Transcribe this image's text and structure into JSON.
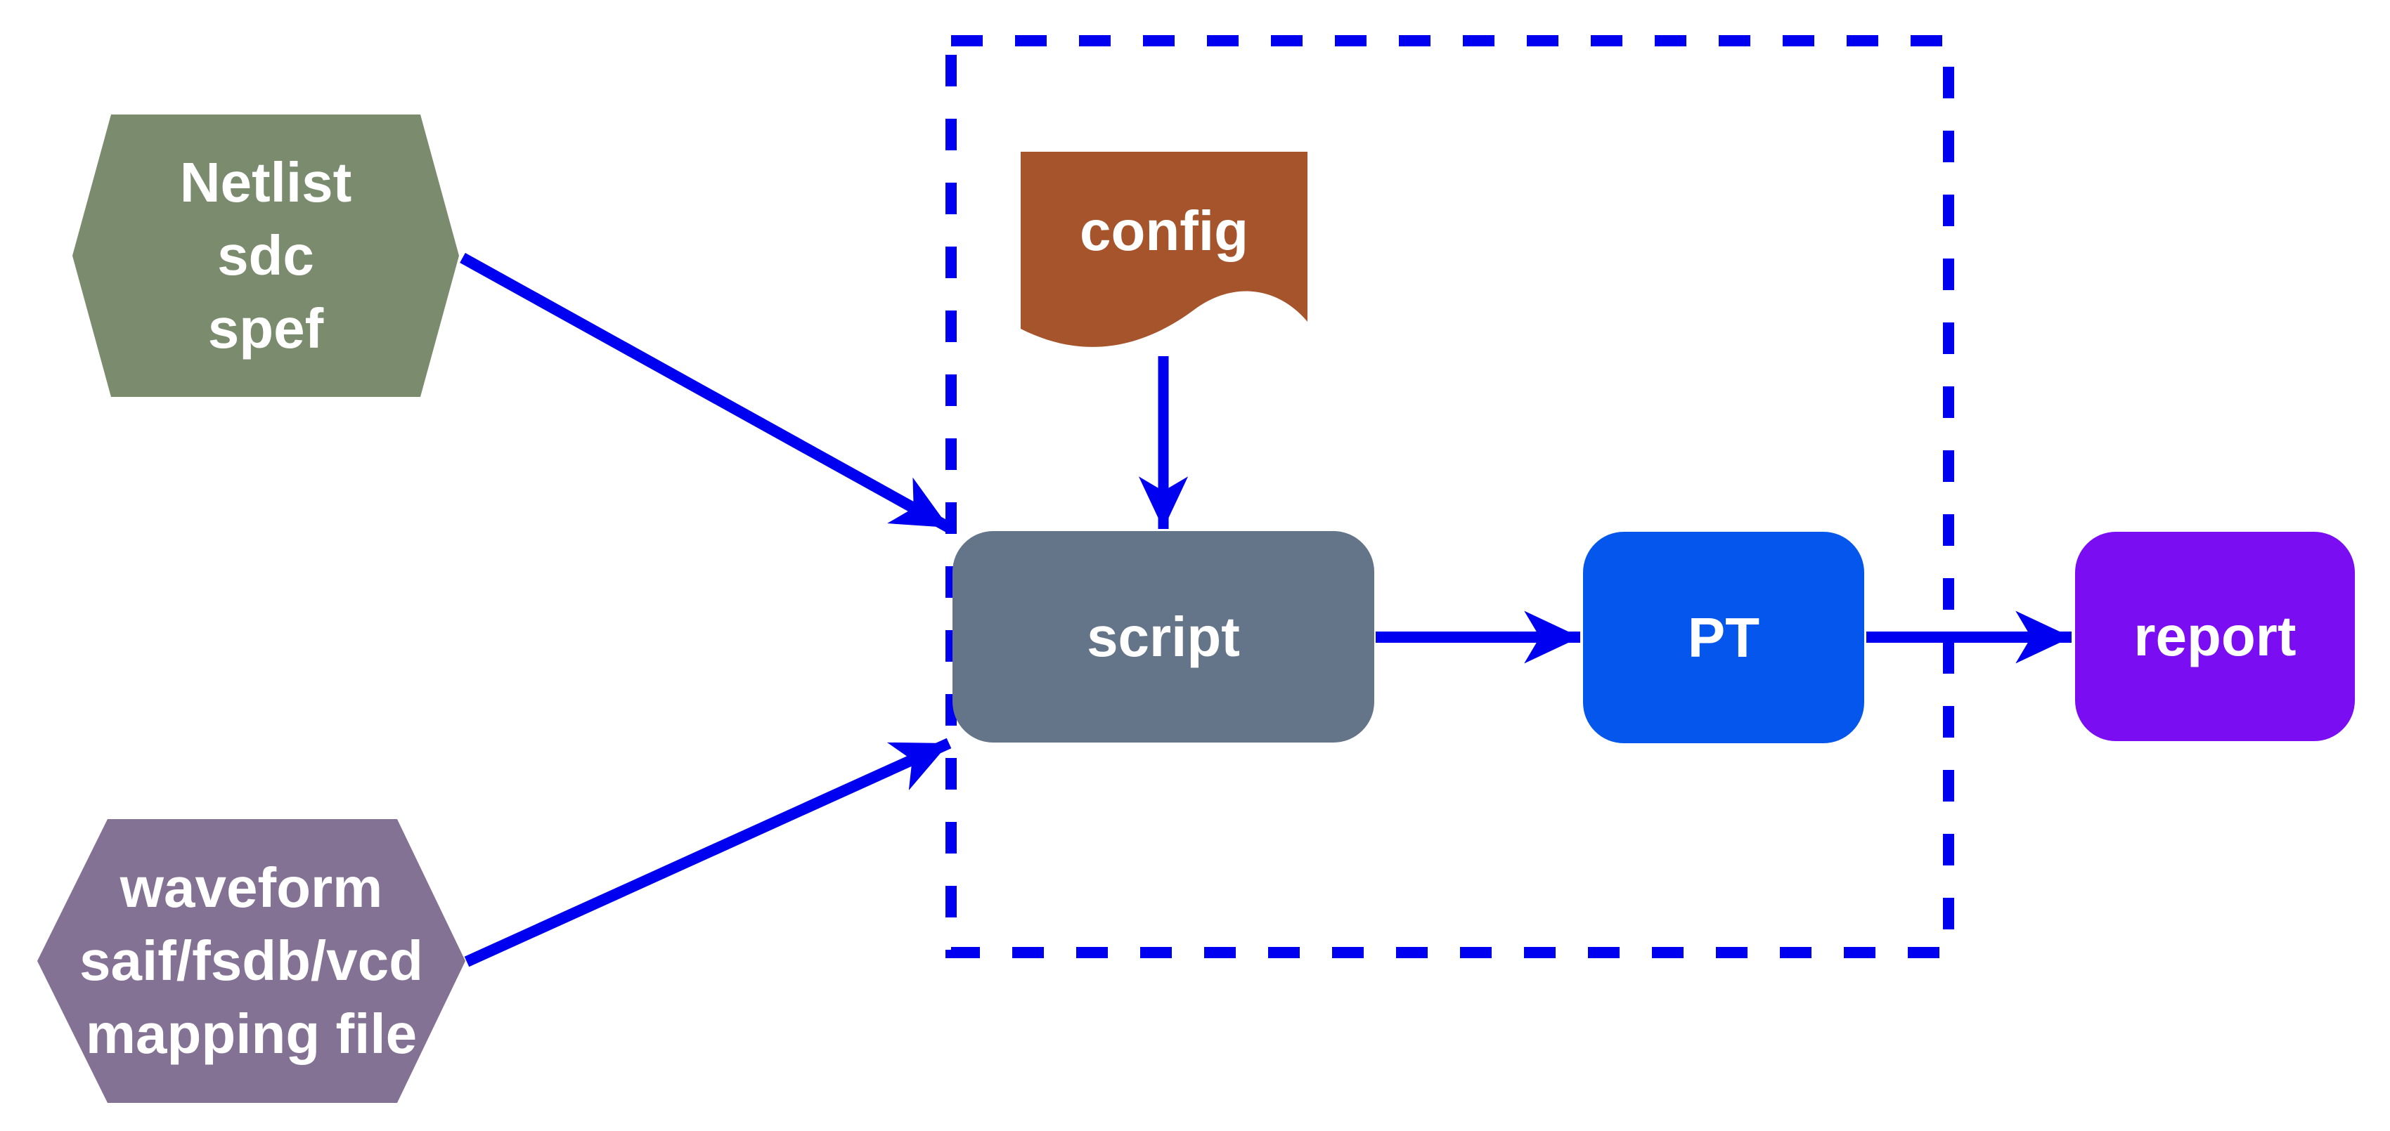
{
  "diagram": {
    "type": "flowchart",
    "background": "#FFFFFF",
    "text_color": "#FFFFFF",
    "arrow_color": "#0000F0",
    "nodes": {
      "netlist": {
        "label": "Netlist\nsdc\nspef",
        "shape": "hexagon",
        "fill": "#7A8B6E"
      },
      "waveform": {
        "label": "waveform\nsaif/fsdb/vcd\nmapping file",
        "shape": "hexagon",
        "fill": "#847295"
      },
      "config": {
        "label": "config",
        "shape": "document",
        "fill": "#A5542B"
      },
      "script": {
        "label": "script",
        "shape": "rounded-rectangle",
        "fill": "#64758A"
      },
      "pt": {
        "label": "PT",
        "shape": "rounded-rectangle",
        "fill": "#0556EC"
      },
      "report": {
        "label": "report",
        "shape": "rounded-rectangle",
        "fill": "#7A0DF2"
      }
    },
    "edges": [
      {
        "from": "netlist",
        "to": "script"
      },
      {
        "from": "waveform",
        "to": "script"
      },
      {
        "from": "config",
        "to": "script"
      },
      {
        "from": "script",
        "to": "pt"
      },
      {
        "from": "pt",
        "to": "report"
      }
    ],
    "container": {
      "border_style": "dashed",
      "border_color": "#0000F0",
      "encloses": [
        "config",
        "script",
        "pt"
      ]
    }
  }
}
